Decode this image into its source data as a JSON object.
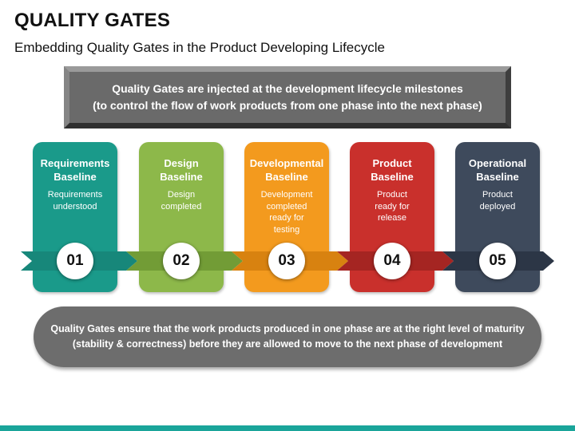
{
  "title": "QUALITY GATES",
  "subtitle": "Embedding Quality Gates in the Product Developing Lifecycle",
  "top_box": {
    "line1": "Quality Gates are injected at the development lifecycle milestones",
    "line2": "(to control the flow of work products from one phase into the next phase)"
  },
  "stages": [
    {
      "number": "01",
      "title": "Requirements\nBaseline",
      "desc": "Requirements\nunderstood",
      "color": "#1a9a8a",
      "arrow_color": "#17877a"
    },
    {
      "number": "02",
      "title": "Design\nBaseline",
      "desc": "Design\ncompleted",
      "color": "#8db84a",
      "arrow_color": "#729c36"
    },
    {
      "number": "03",
      "title": "Developmental\nBaseline",
      "desc": "Development\ncompleted\nready for\ntesting",
      "color": "#f39a1e",
      "arrow_color": "#d88210"
    },
    {
      "number": "04",
      "title": "Product\nBaseline",
      "desc": "Product\nready for\nrelease",
      "color": "#c9302c",
      "arrow_color": "#a52522"
    },
    {
      "number": "05",
      "title": "Operational\nBaseline",
      "desc": "Product\ndeployed",
      "color": "#3e4a5c",
      "arrow_color": "#2c3646"
    }
  ],
  "bottom_box": {
    "line1": "Quality Gates ensure that the work products produced in one phase are at the right level of maturity",
    "line2": "(stability & correctness) before they are allowed to move to the next phase of development"
  }
}
